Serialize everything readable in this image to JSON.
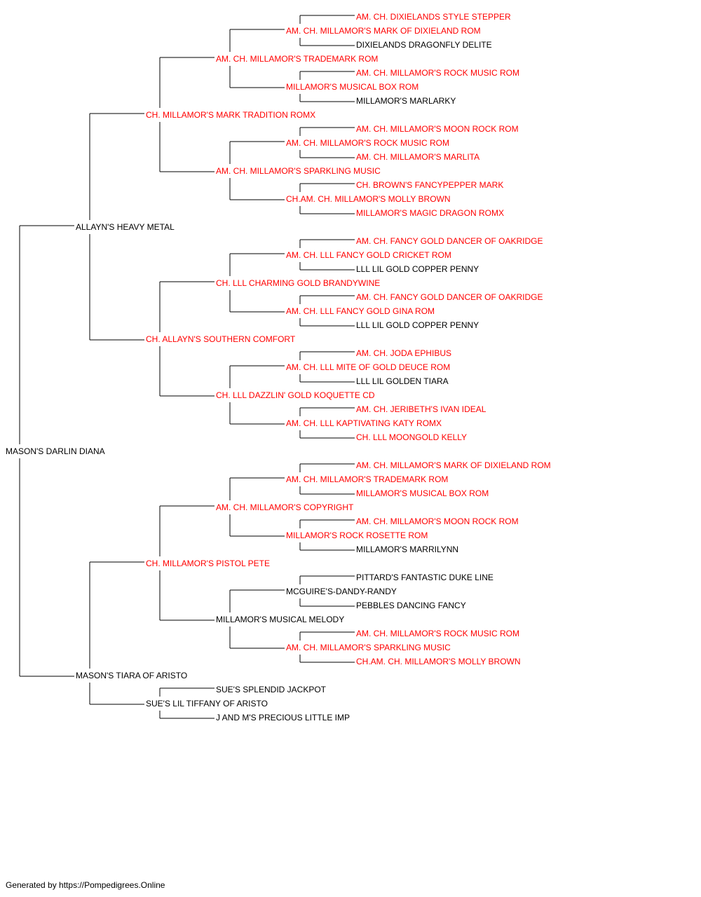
{
  "colors": {
    "champion": "#ff0000",
    "normal": "#000000",
    "line": "#000000"
  },
  "pedigree": {
    "subject": {
      "name": "MASON'S DARLIN DIANA",
      "champion": false
    },
    "sire": {
      "name": "ALLAYN'S HEAVY METAL",
      "champion": false,
      "sire": {
        "name": "CH. MILLAMOR'S MARK TRADITION ROMX",
        "champion": true,
        "sire": {
          "name": "AM. CH. MILLAMOR'S TRADEMARK ROM",
          "champion": true,
          "sire": {
            "name": "AM. CH. MILLAMOR'S MARK OF DIXIELAND ROM",
            "champion": true,
            "sire": {
              "name": "AM. CH. DIXIELANDS STYLE STEPPER",
              "champion": true
            },
            "dam": {
              "name": "DIXIELANDS DRAGONFLY DELITE",
              "champion": false
            }
          },
          "dam": {
            "name": "MILLAMOR'S MUSICAL BOX ROM",
            "champion": true,
            "sire": {
              "name": "AM. CH. MILLAMOR'S ROCK MUSIC ROM",
              "champion": true
            },
            "dam": {
              "name": "MILLAMOR'S MARLARKY",
              "champion": false
            }
          }
        },
        "dam": {
          "name": "AM. CH. MILLAMOR'S SPARKLING MUSIC",
          "champion": true,
          "sire": {
            "name": "AM. CH. MILLAMOR'S ROCK MUSIC ROM",
            "champion": true,
            "sire": {
              "name": "AM. CH. MILLAMOR'S MOON ROCK ROM",
              "champion": true
            },
            "dam": {
              "name": "AM. CH. MILLAMOR'S MARLITA",
              "champion": true
            }
          },
          "dam": {
            "name": "CH.AM. CH. MILLAMOR'S MOLLY BROWN",
            "champion": true,
            "sire": {
              "name": "CH. BROWN'S FANCYPEPPER MARK",
              "champion": true
            },
            "dam": {
              "name": "MILLAMOR'S MAGIC DRAGON ROMX",
              "champion": true
            }
          }
        }
      },
      "dam": {
        "name": "CH. ALLAYN'S SOUTHERN COMFORT",
        "champion": true,
        "sire": {
          "name": "CH. LLL CHARMING GOLD BRANDYWINE",
          "champion": true,
          "sire": {
            "name": "AM. CH. LLL FANCY GOLD CRICKET ROM",
            "champion": true,
            "sire": {
              "name": "AM. CH. FANCY GOLD DANCER OF OAKRIDGE",
              "champion": true
            },
            "dam": {
              "name": "LLL LIL GOLD COPPER PENNY",
              "champion": false
            }
          },
          "dam": {
            "name": "AM. CH. LLL FANCY GOLD GINA ROM",
            "champion": true,
            "sire": {
              "name": "AM. CH. FANCY GOLD DANCER OF OAKRIDGE",
              "champion": true
            },
            "dam": {
              "name": "LLL LIL GOLD COPPER PENNY",
              "champion": false
            }
          }
        },
        "dam": {
          "name": "CH. LLL DAZZLIN' GOLD KOQUETTE CD",
          "champion": true,
          "sire": {
            "name": "AM. CH. LLL MITE OF GOLD DEUCE ROM",
            "champion": true,
            "sire": {
              "name": "AM. CH. JODA EPHIBUS",
              "champion": true
            },
            "dam": {
              "name": "LLL LIL GOLDEN TIARA",
              "champion": false
            }
          },
          "dam": {
            "name": "AM. CH. LLL KAPTIVATING KATY ROMX",
            "champion": true,
            "sire": {
              "name": "AM. CH. JERIBETH'S IVAN IDEAL",
              "champion": true
            },
            "dam": {
              "name": "CH. LLL MOONGOLD KELLY",
              "champion": true
            }
          }
        }
      }
    },
    "dam": {
      "name": "MASON'S TIARA OF ARISTO",
      "champion": false,
      "sire": {
        "name": "CH. MILLAMOR'S PISTOL PETE",
        "champion": true,
        "sire": {
          "name": "AM. CH. MILLAMOR'S COPYRIGHT",
          "champion": true,
          "sire": {
            "name": "AM. CH. MILLAMOR'S TRADEMARK ROM",
            "champion": true,
            "sire": {
              "name": "AM. CH. MILLAMOR'S MARK OF DIXIELAND ROM",
              "champion": true
            },
            "dam": {
              "name": "MILLAMOR'S MUSICAL BOX ROM",
              "champion": true
            }
          },
          "dam": {
            "name": "MILLAMOR'S ROCK ROSETTE ROM",
            "champion": true,
            "sire": {
              "name": "AM. CH. MILLAMOR'S MOON ROCK ROM",
              "champion": true
            },
            "dam": {
              "name": "MILLAMOR'S MARRILYNN",
              "champion": false
            }
          }
        },
        "dam": {
          "name": "MILLAMOR'S MUSICAL MELODY",
          "champion": false,
          "sire": {
            "name": "MCGUIRE'S-DANDY-RANDY",
            "champion": false,
            "sire": {
              "name": "PITTARD'S FANTASTIC DUKE LINE",
              "champion": false
            },
            "dam": {
              "name": "PEBBLES DANCING FANCY",
              "champion": false
            }
          },
          "dam": {
            "name": "AM. CH. MILLAMOR'S SPARKLING MUSIC",
            "champion": true,
            "sire": {
              "name": "AM. CH. MILLAMOR'S ROCK MUSIC ROM",
              "champion": true
            },
            "dam": {
              "name": "CH.AM. CH. MILLAMOR'S MOLLY BROWN",
              "champion": true
            }
          }
        }
      },
      "dam": {
        "name": "SUE'S LIL TIFFANY OF ARISTO",
        "champion": false,
        "sire": {
          "name": "SUE'S SPLENDID JACKPOT",
          "champion": false
        },
        "dam": {
          "name": "J AND M'S PRECIOUS LITTLE IMP",
          "champion": false
        }
      }
    }
  },
  "footer": {
    "text": "Generated by https://Pompedigrees.Online"
  }
}
